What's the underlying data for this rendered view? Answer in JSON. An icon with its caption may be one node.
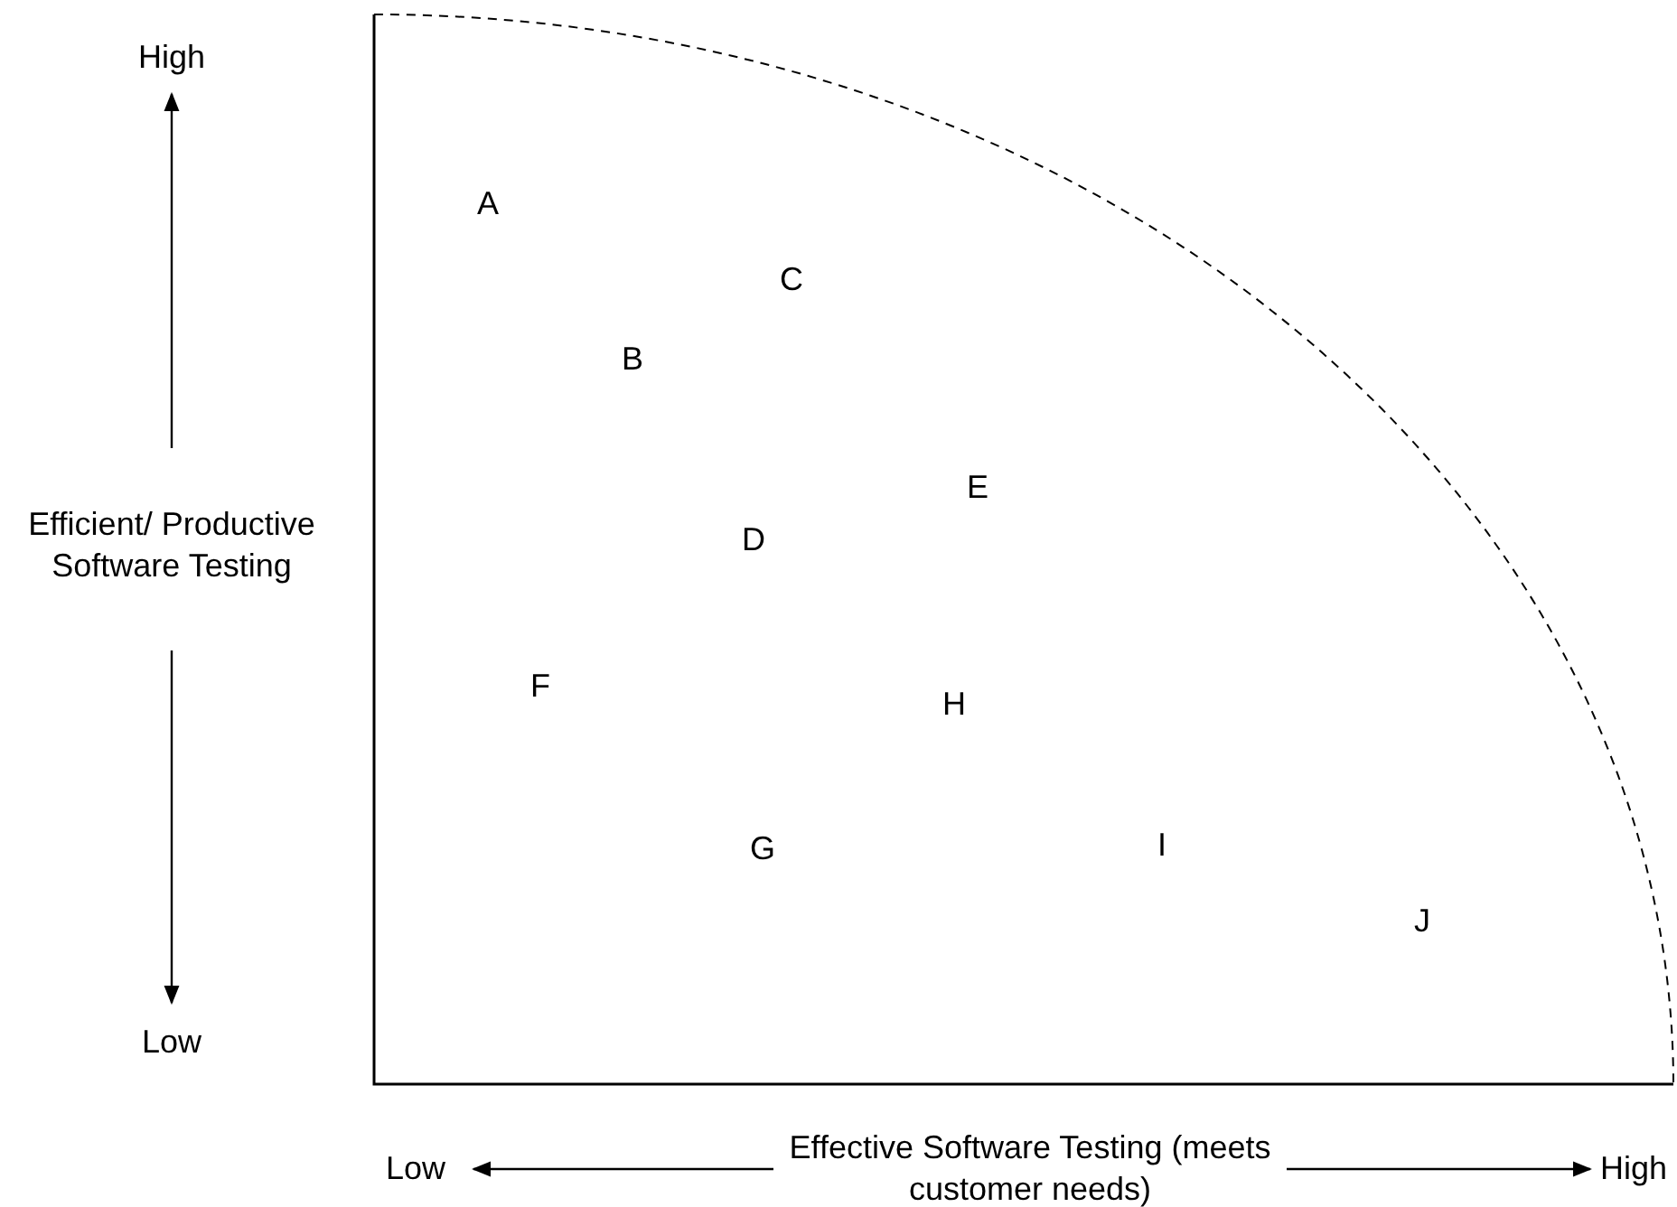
{
  "diagram": {
    "labels": [
      "High",
      "A",
      "C",
      "B",
      "E",
      "Efficient/ Productive Software Testing",
      "D",
      "F",
      "H",
      "G",
      "I",
      "J",
      "Low",
      "Low",
      "Effective Software Testing (meets customer needs)",
      "High"
    ]
  }
}
